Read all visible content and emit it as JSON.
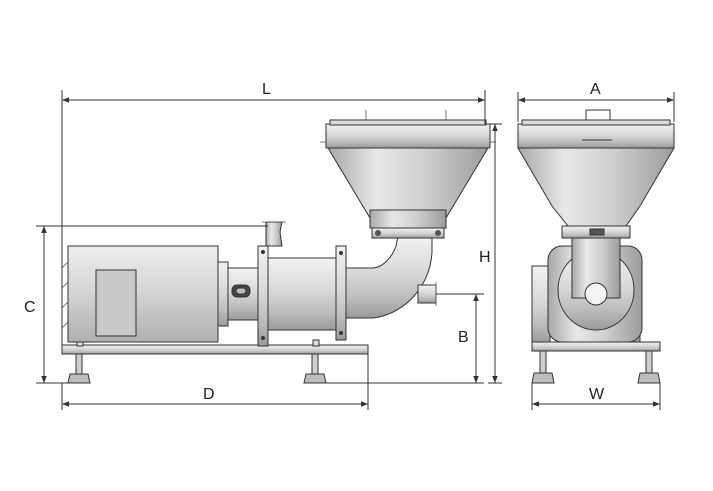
{
  "labels": {
    "L": "L",
    "A": "A",
    "H": "H",
    "C": "C",
    "B": "B",
    "D": "D",
    "W": "W"
  }
}
